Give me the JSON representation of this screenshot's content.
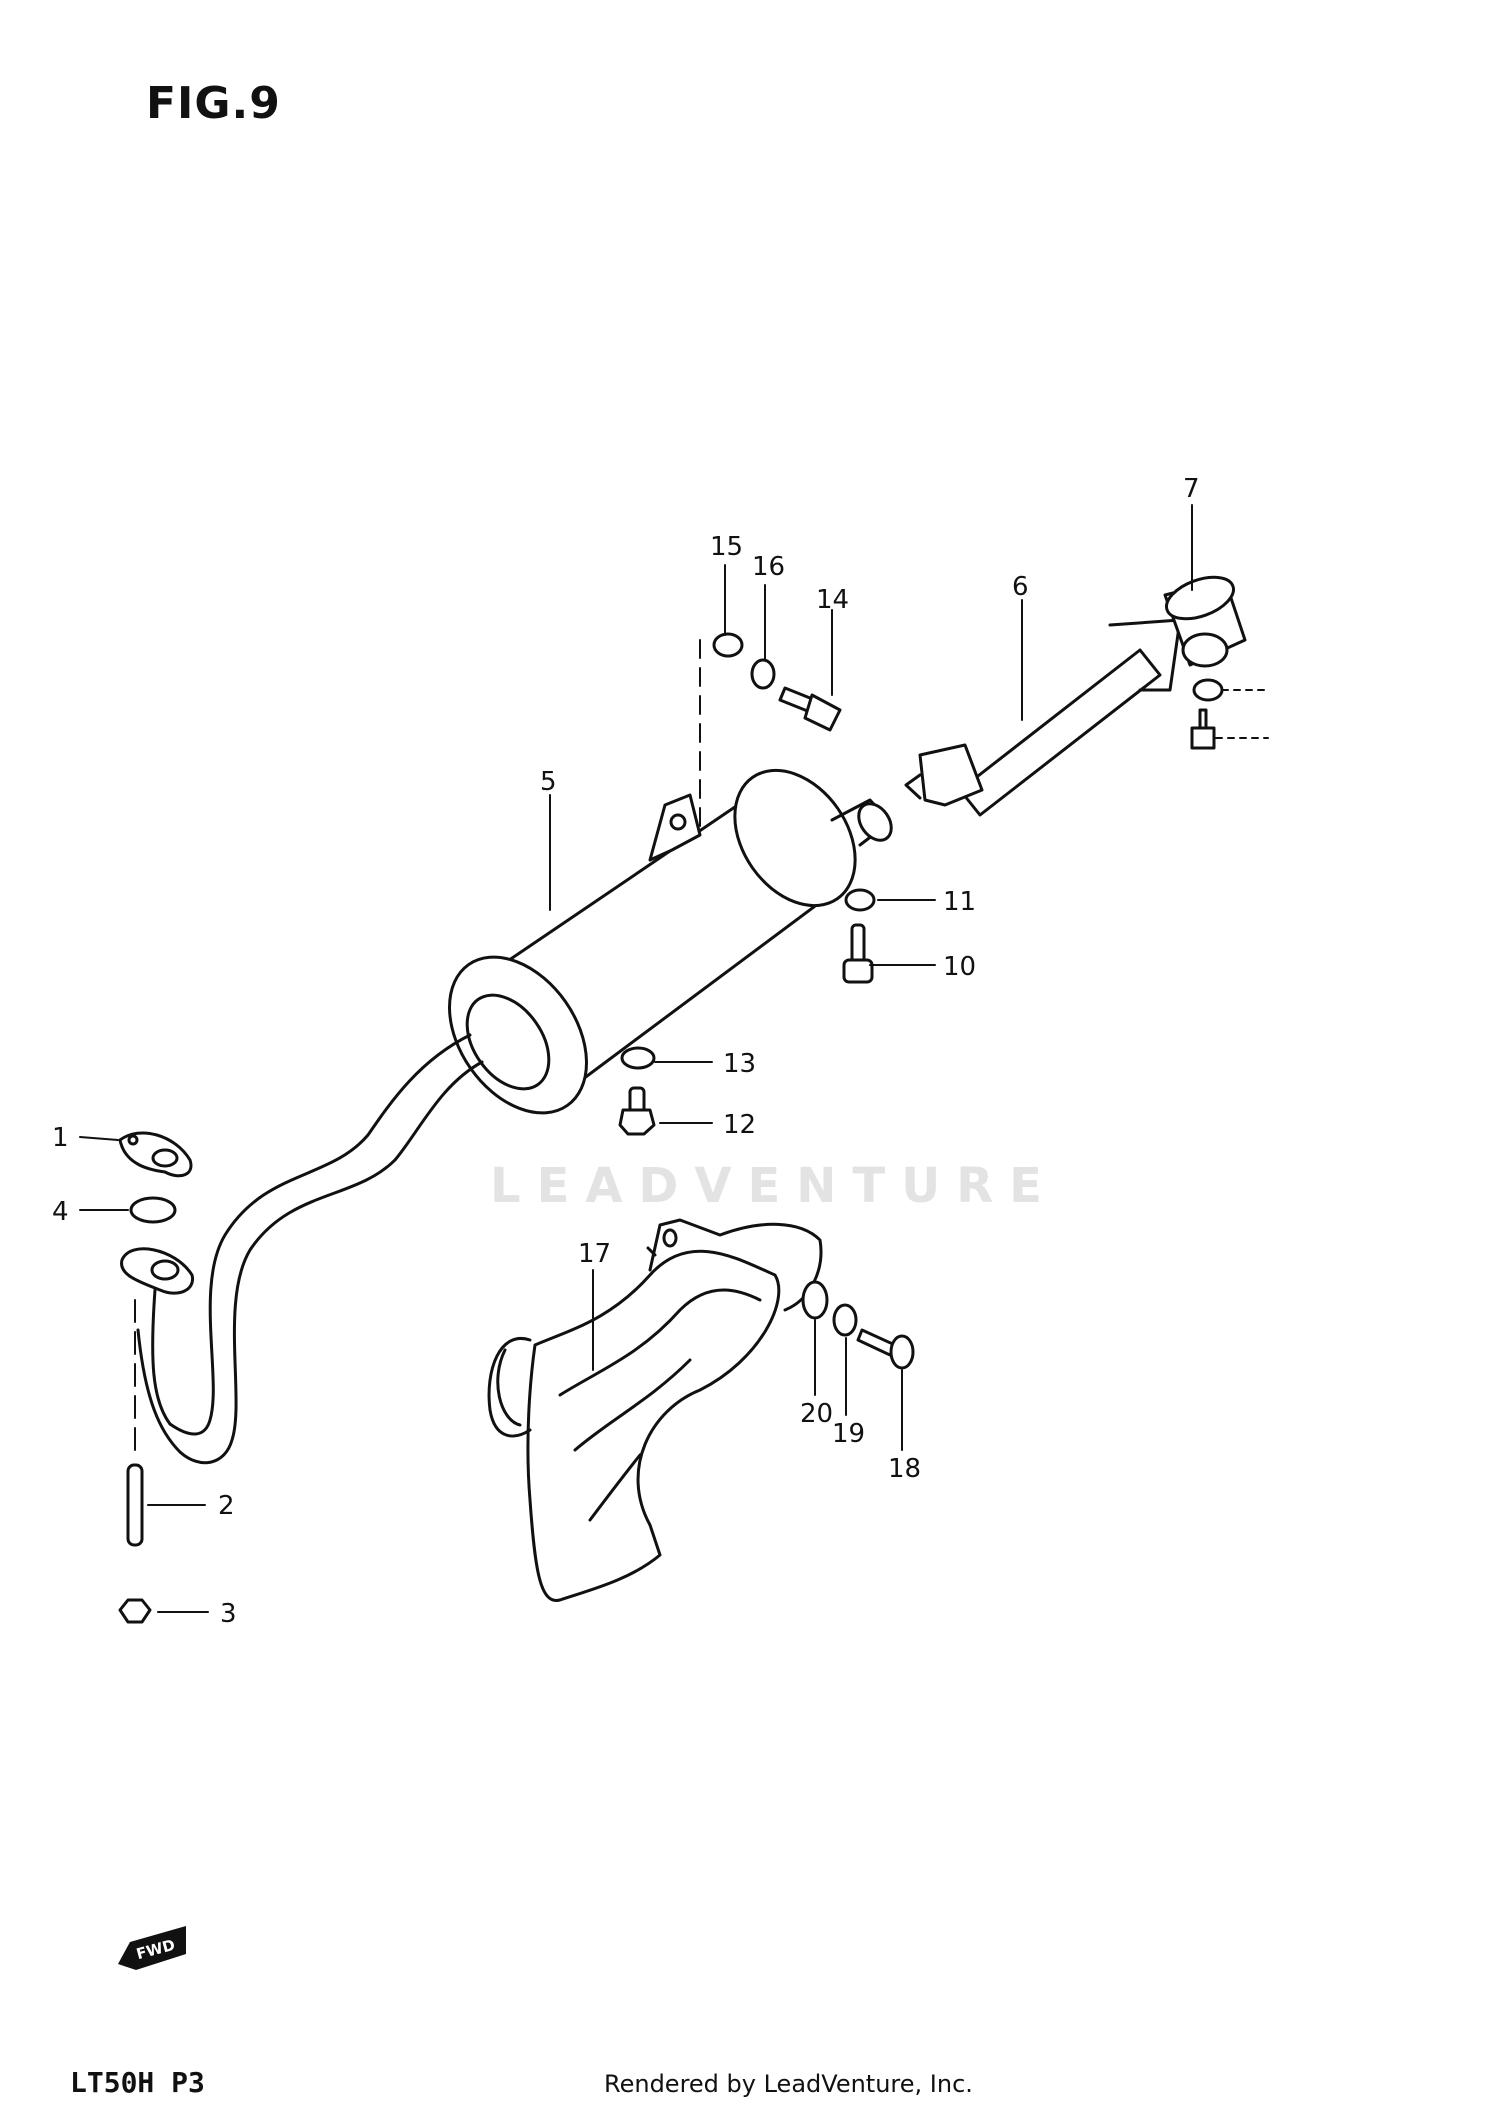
{
  "figure": {
    "title": "FIG.9",
    "model_code": "LT50H P3",
    "footer": "Rendered by LeadVenture, Inc.",
    "watermark": "LEADVENTURE",
    "direction_marker": "FWD"
  },
  "callouts": [
    "1",
    "2",
    "3",
    "4",
    "5",
    "6",
    "7",
    "10",
    "11",
    "12",
    "13",
    "14",
    "15",
    "16",
    "17",
    "18",
    "19",
    "20"
  ],
  "colors": {
    "line": "#111111",
    "watermark": "#e3e3e3",
    "background": "#ffffff"
  }
}
